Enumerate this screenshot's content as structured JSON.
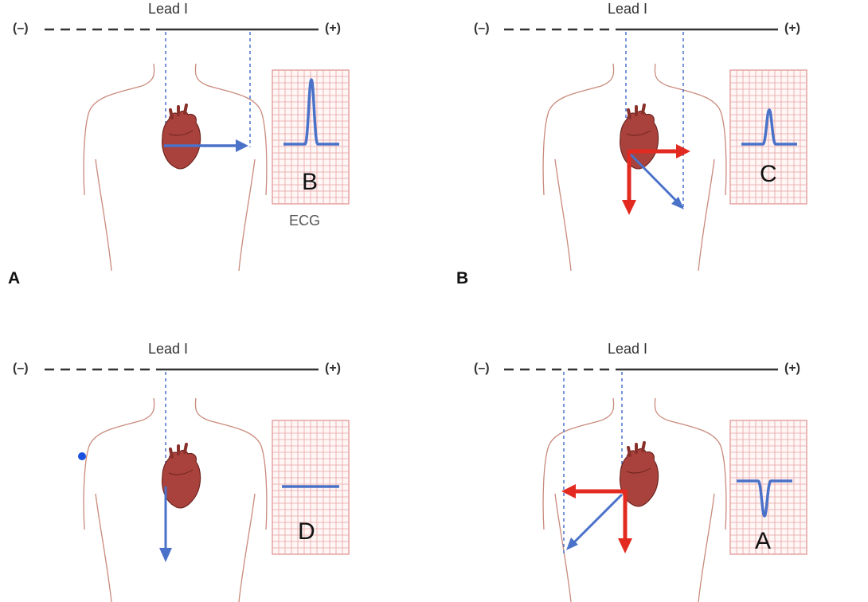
{
  "colors": {
    "vector_blue": "#4a72c9",
    "vector_red": "#e22a20",
    "grid_red": "#e7a3a3",
    "grid_border": "#de8e8e",
    "body_outline": "#c98a7c",
    "heart": "#a9423c",
    "lead_line": "#333333",
    "dot_blue": "#1a4fe0"
  },
  "icons": {
    "heart": "heart-icon",
    "torso": "torso-outline-icon",
    "ecg_grid": "ecg-grid-icon"
  },
  "lead": {
    "title": "Lead I",
    "negative": "(–)",
    "positive": "(+)"
  },
  "ecg_caption": "ECG",
  "panels": [
    {
      "id": "A",
      "label": "A",
      "ecg_letter": "B",
      "waveform": "tall-positive"
    },
    {
      "id": "B",
      "label": "B",
      "ecg_letter": "C",
      "waveform": "small-positive"
    },
    {
      "id": "C",
      "label": "",
      "ecg_letter": "D",
      "waveform": "flat"
    },
    {
      "id": "D",
      "label": "",
      "ecg_letter": "A",
      "waveform": "negative"
    }
  ]
}
